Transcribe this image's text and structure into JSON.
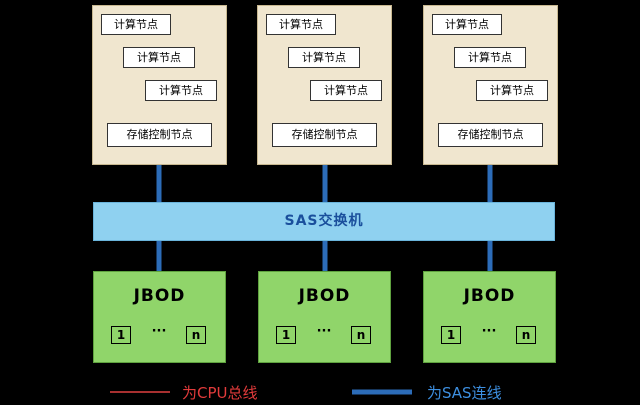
{
  "clusters": [
    {
      "compute_nodes": [
        "计算节点",
        "计算节点",
        "计算节点"
      ],
      "storage_node": "存储控制节点"
    },
    {
      "compute_nodes": [
        "计算节点",
        "计算节点",
        "计算节点"
      ],
      "storage_node": "存储控制节点"
    },
    {
      "compute_nodes": [
        "计算节点",
        "计算节点",
        "计算节点"
      ],
      "storage_node": "存储控制节点"
    }
  ],
  "sas_switch": "SAS交换机",
  "jbods": [
    {
      "title": "JBOD",
      "first_disk": "1",
      "ellipsis": "···",
      "last_disk": "n"
    },
    {
      "title": "JBOD",
      "first_disk": "1",
      "ellipsis": "···",
      "last_disk": "n"
    },
    {
      "title": "JBOD",
      "first_disk": "1",
      "ellipsis": "···",
      "last_disk": "n"
    }
  ],
  "legend": {
    "cpu_bus": "为CPU总线",
    "sas_link": "为SAS连线"
  },
  "colors": {
    "background": "#000000",
    "cluster_fill": "#f0e6cf",
    "switch_fill": "#8fd1f0",
    "jbod_fill": "#90d56a",
    "cpu_bus_line": "#e04040",
    "sas_line": "#2c6cb8"
  }
}
